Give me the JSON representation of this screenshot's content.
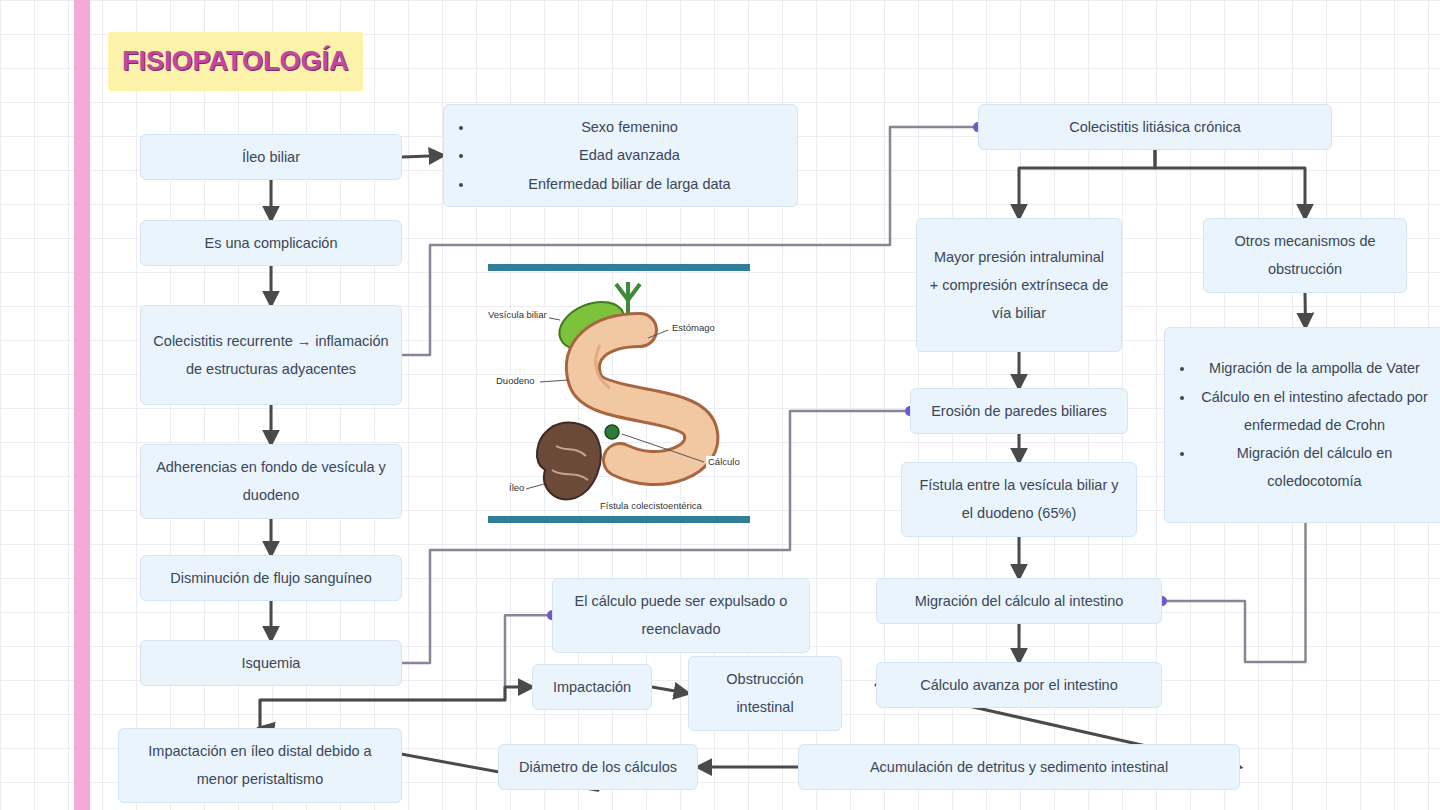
{
  "diagram": {
    "title": "FISIOPATOLOGÍA",
    "nodes": [
      {
        "text": [
          "Íleo biliar"
        ]
      },
      {
        "text": [
          "Sexo femenino",
          "Edad avanzada",
          "Enfermedad biliar de larga data"
        ]
      },
      {
        "text": [
          "Es una complicación"
        ]
      },
      {
        "text": [
          "Colecistitis recurrente → inflamación de estructuras adyacentes"
        ]
      },
      {
        "text": [
          "Adherencias en fondo de vesícula y duodeno"
        ]
      },
      {
        "text": [
          "Disminución de flujo sanguíneo"
        ]
      },
      {
        "text": [
          "Isquemia"
        ]
      },
      {
        "text": [
          "Colecistitis litiásica crónica"
        ]
      },
      {
        "text": [
          "Mayor presión intraluminal + compresión extrínseca de vía biliar"
        ]
      },
      {
        "text": [
          "Otros mecanismos de obstrucción"
        ]
      },
      {
        "text": [
          "Migración de la ampolla de Vater",
          "Cálculo en el intestino afectado por enfermedad de Crohn",
          "Migración del cálculo en coledocotomía"
        ]
      },
      {
        "text": [
          "Erosión de paredes biliares"
        ]
      },
      {
        "text": [
          "Fístula entre la vesícula biliar y el duodeno (65%)"
        ]
      },
      {
        "text": [
          "Migración del cálculo al intestino"
        ]
      },
      {
        "text": [
          "Cálculo avanza por el intestino"
        ]
      },
      {
        "text": [
          "Acumulación de detritus y sedimento intestinal"
        ]
      },
      {
        "text": [
          "Diámetro de los cálculos"
        ]
      },
      {
        "text": [
          "Impactación en íleo distal debido a menor peristaltismo"
        ]
      },
      {
        "text": [
          "El cálculo puede ser expulsado o reenclavado"
        ]
      },
      {
        "text": [
          "Impactación"
        ]
      },
      {
        "text": [
          "Obstrucción intestinal"
        ]
      }
    ],
    "edges": [
      {
        "from": 0,
        "to": 1,
        "arrow": "to"
      },
      {
        "from": 0,
        "to": 2,
        "arrow": "to"
      },
      {
        "from": 2,
        "to": 3,
        "arrow": "to"
      },
      {
        "from": 3,
        "to": 4,
        "arrow": "to"
      },
      {
        "from": 4,
        "to": 5,
        "arrow": "to"
      },
      {
        "from": 5,
        "to": 6,
        "arrow": "to"
      },
      {
        "from": 3,
        "to": 7,
        "arrow": "to"
      },
      {
        "from": 7,
        "to": 8,
        "arrow": "to"
      },
      {
        "from": 7,
        "to": 9,
        "arrow": "to"
      },
      {
        "from": 8,
        "to": 11,
        "arrow": "to"
      },
      {
        "from": 9,
        "to": 10,
        "arrow": "to"
      },
      {
        "from": 10,
        "to": 13,
        "arrow": "to"
      },
      {
        "from": 11,
        "to": 12,
        "arrow": "to"
      },
      {
        "from": 12,
        "to": 13,
        "arrow": "to"
      },
      {
        "from": 13,
        "to": 14,
        "arrow": "to"
      },
      {
        "from": 14,
        "to": 15,
        "arrow": "to"
      },
      {
        "from": 15,
        "to": 16,
        "arrow": "to"
      },
      {
        "from": 16,
        "to": 17,
        "arrow": "to"
      },
      {
        "from": 6,
        "to": 11,
        "arrow": "to"
      },
      {
        "from": 17,
        "to": 18,
        "arrow": "to"
      },
      {
        "from": 17,
        "to": 19,
        "arrow": "to"
      },
      {
        "from": 19,
        "to": 20,
        "arrow": "to"
      }
    ],
    "labels": [
      "Vesícula biliar",
      "Duodeno",
      "Estómago",
      "Íleo",
      "Cálculo",
      "Fístula colecistoentérica"
    ]
  }
}
